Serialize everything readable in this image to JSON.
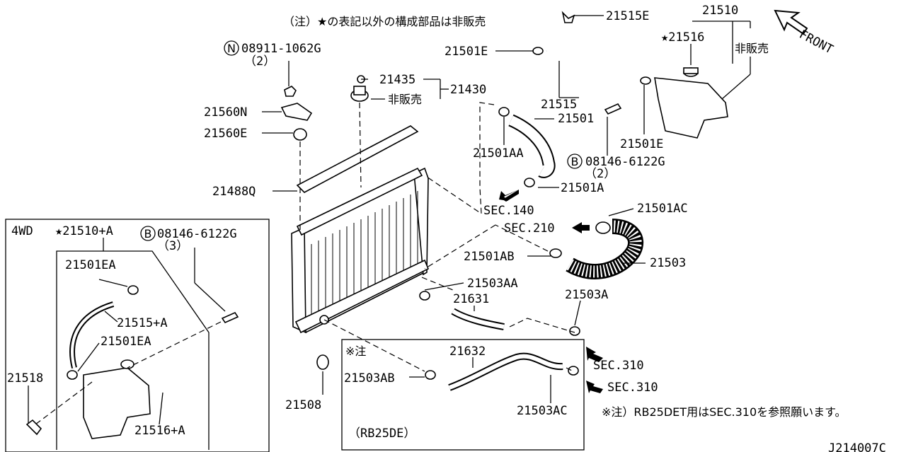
{
  "note_top": "（注）★の表記以外の構成部品は非販売",
  "front": "FRONT",
  "not_sold": "非販売",
  "labels": {
    "p21515E": "21515E",
    "p21510": "21510",
    "p21516": "★21516",
    "p21501E_top": "21501E",
    "p08911": "08911-1062G",
    "p08911_qty": "（2）",
    "p21435": "21435",
    "p21430": "21430",
    "p21515": "21515",
    "p21501": "21501",
    "p21560N": "21560N",
    "p21560E": "21560E",
    "p21501E_mid": "21501E",
    "p21501AA": "21501AA",
    "p08146a": "08146-6122G",
    "p08146a_qty": "（2）",
    "p21488Q": "21488Q",
    "p21501A": "21501A",
    "sec140": "SEC.140",
    "p21501AC": "21501AC",
    "sec210": "SEC.210",
    "p21501AB": "21501AB",
    "p21503": "21503",
    "p21503AA": "21503AA",
    "p21631": "21631",
    "p21503A": "21503A",
    "p21632": "21632",
    "p21503AB": "21503AB",
    "sec310a": "SEC.310",
    "sec310b": "SEC.310",
    "p21508": "21508",
    "p21503AC": "21503AC",
    "note_bottom": "※注）RB25DET用はSEC.310を参照願います。",
    "rb25de": "（RB25DE）",
    "note_mark": "※注",
    "diagram_id": "J214007C"
  },
  "inset": {
    "title": "4WD",
    "p21510A": "★21510+A",
    "p08146": "08146-6122G",
    "p08146_qty": "（3）",
    "p21501EA_1": "21501EA",
    "p21515A": "21515+A",
    "p21501EA_2": "21501EA",
    "p21518": "21518",
    "p21516A": "21516+A"
  },
  "circle_marks": {
    "n": "N",
    "b1": "B",
    "b2": "B"
  }
}
